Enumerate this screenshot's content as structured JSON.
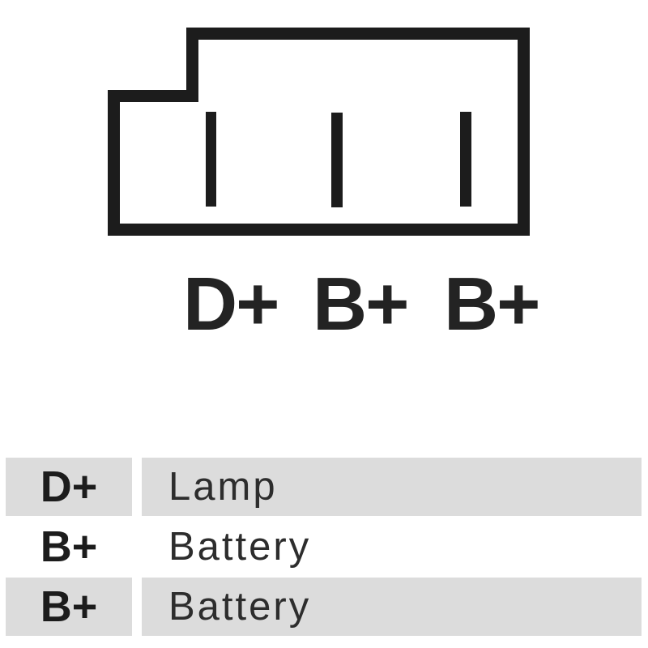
{
  "page": {
    "background": "#ffffff",
    "ink_color": "#1c1c1c"
  },
  "diagram": {
    "kind": "alternator-plug-pinout",
    "pin_count": 3,
    "pin_labels": [
      "D+",
      "B+",
      "B+"
    ]
  },
  "table": {
    "row_background": "#dcdcdc",
    "rows": [
      {
        "terminal": "D+",
        "connection": "Lamp"
      },
      {
        "terminal": "B+",
        "connection": "Battery"
      },
      {
        "terminal": "B+",
        "connection": "Battery"
      }
    ]
  }
}
